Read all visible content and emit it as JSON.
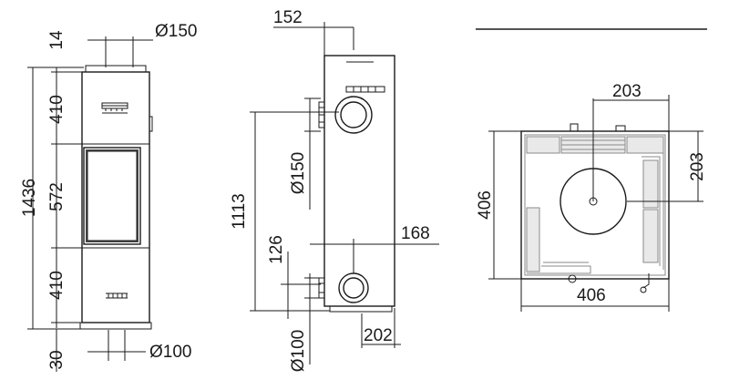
{
  "front_view": {
    "flue_diameter": "Ø150",
    "top_cap": "14",
    "upper_section": "410",
    "total_height": "1436",
    "door_section": "572",
    "lower_section": "410",
    "plinth": "30",
    "base_diameter": "Ø100"
  },
  "side_view": {
    "flue_offset": "152",
    "rear_flue_height": "1113",
    "rear_flue_diameter": "Ø150",
    "air_inlet_height": "126",
    "air_inlet_diameter": "Ø100",
    "air_inlet_offset": "168",
    "air_inlet_depth": "202"
  },
  "top_view": {
    "flue_center_x": "203",
    "flue_center_y": "203",
    "depth": "406",
    "width": "406"
  }
}
